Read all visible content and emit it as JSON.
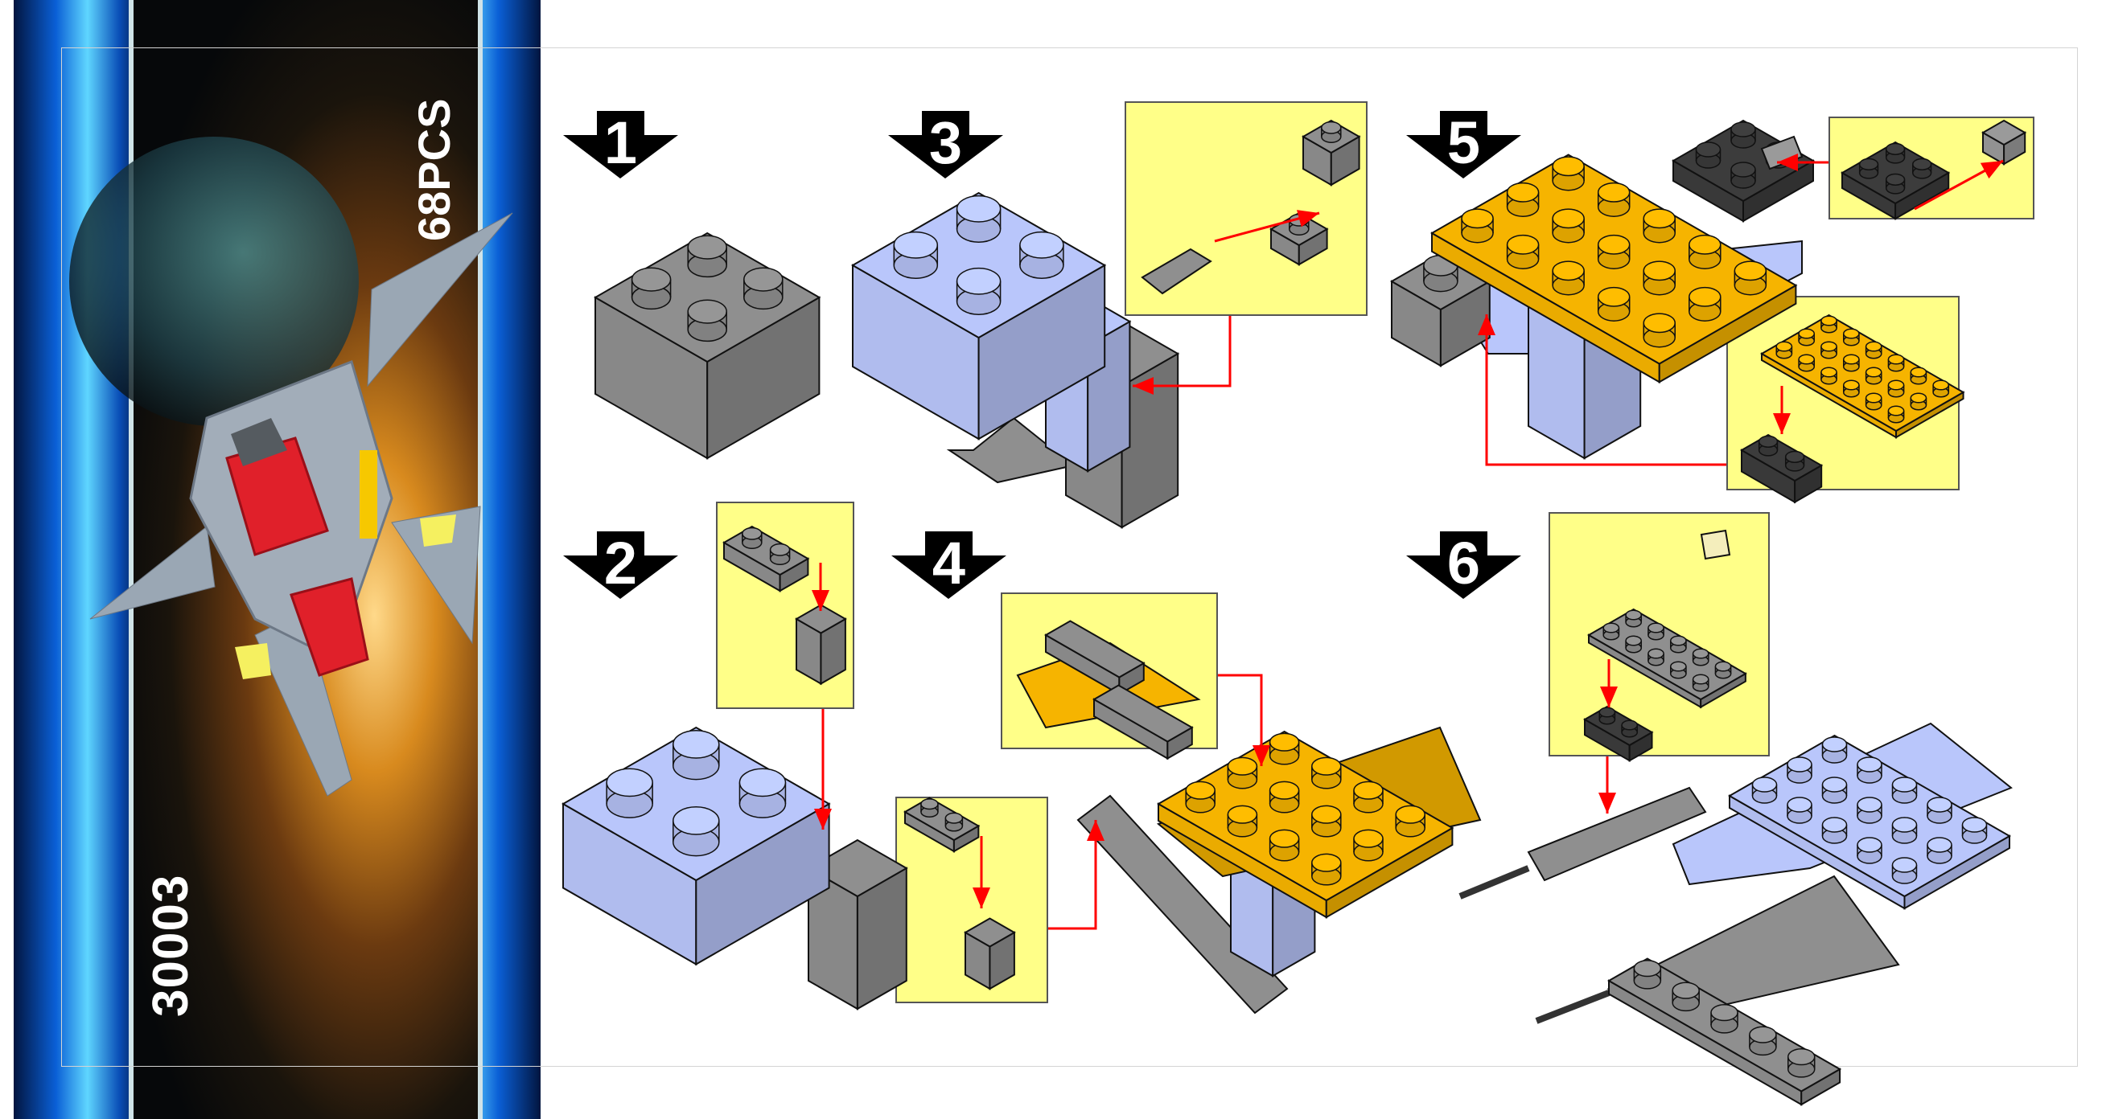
{
  "cover": {
    "set_number": "30003",
    "piece_count": "68PCS"
  },
  "steps": [
    {
      "number": "1"
    },
    {
      "number": "2"
    },
    {
      "number": "3"
    },
    {
      "number": "4"
    },
    {
      "number": "5"
    },
    {
      "number": "6"
    }
  ],
  "colors": {
    "gray": "#8f8f8f",
    "dark": "#3c3c3c",
    "lavender": "#b9c6fb",
    "orange": "#f6b400",
    "callout": "#ffff88",
    "arrow": "#ff0000"
  }
}
